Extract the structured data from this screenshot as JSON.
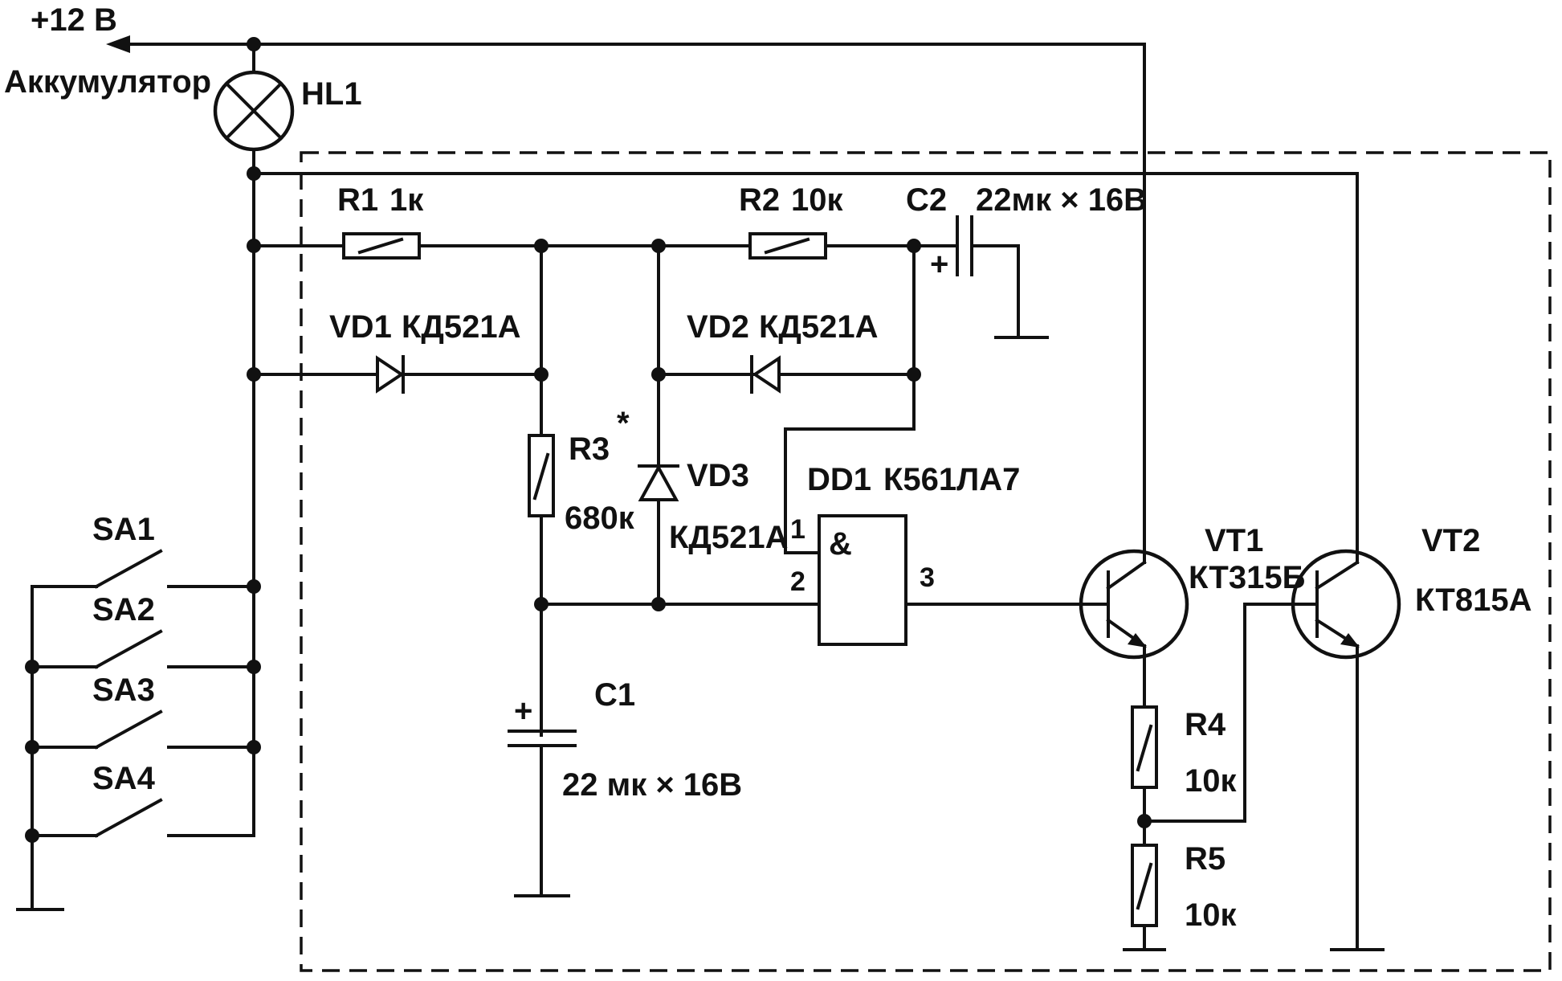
{
  "supply": {
    "voltage": "+12 В",
    "battery": "Аккумулятор"
  },
  "lamp": {
    "ref": "HL1"
  },
  "resistors": {
    "r1": {
      "ref": "R1",
      "value": "1к"
    },
    "r2": {
      "ref": "R2",
      "value": "10к"
    },
    "r3": {
      "ref": "R3",
      "mark": "*",
      "value": "680к"
    },
    "r4": {
      "ref": "R4",
      "value": "10к"
    },
    "r5": {
      "ref": "R5",
      "value": "10к"
    }
  },
  "capacitors": {
    "c1": {
      "ref": "C1",
      "value": "22 мк × 16В",
      "plus": "+"
    },
    "c2": {
      "ref": "C2",
      "value": "22мк × 16В",
      "plus": "+"
    }
  },
  "diodes": {
    "vd1": {
      "ref": "VD1",
      "type": "КД521А"
    },
    "vd2": {
      "ref": "VD2",
      "type": "КД521А"
    },
    "vd3": {
      "ref": "VD3",
      "type": "КД521А"
    }
  },
  "ic": {
    "ref": "DD1",
    "type": "К561ЛА7",
    "symbol": "&",
    "pin1": "1",
    "pin2": "2",
    "pin3": "3"
  },
  "transistors": {
    "vt1": {
      "ref": "VT1",
      "type": "КТ315Б"
    },
    "vt2": {
      "ref": "VT2",
      "type": "КТ815А"
    }
  },
  "switches": [
    {
      "ref": "SA1"
    },
    {
      "ref": "SA2"
    },
    {
      "ref": "SA3"
    },
    {
      "ref": "SA4"
    }
  ]
}
